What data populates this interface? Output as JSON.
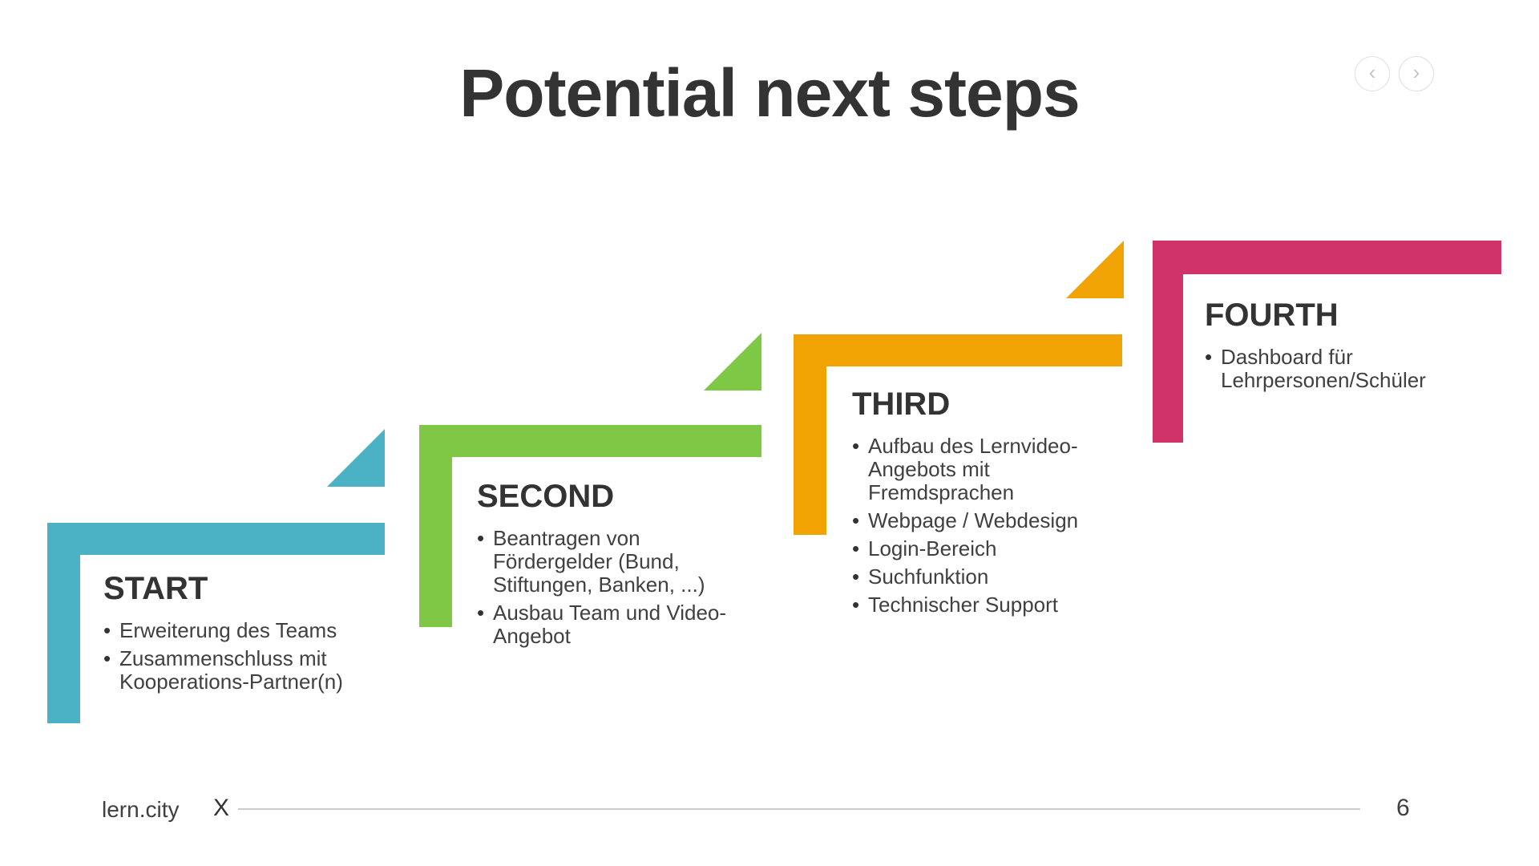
{
  "slide": {
    "title": "Potential next steps",
    "page_number": "6"
  },
  "nav": {
    "prev_label": "‹",
    "next_label": "›"
  },
  "footer": {
    "brand": "lern.city",
    "x_label": "X"
  },
  "colors": {
    "teal": "#4bb2c6",
    "green": "#7ec845",
    "orange": "#f2a304",
    "pink": "#cf336a",
    "heading_text": "#333333",
    "body_text": "#404040",
    "divider": "#cccccc"
  },
  "steps": [
    {
      "label": "START",
      "color": "#4bb2c6",
      "bullets": [
        "Erweiterung des Teams",
        "Zusammenschluss mit Kooperations-Partner(n)"
      ]
    },
    {
      "label": "SECOND",
      "color": "#7ec845",
      "bullets": [
        "Beantragen von Fördergelder (Bund, Stiftungen, Banken, ...)",
        "Ausbau Team und Video-Angebot"
      ]
    },
    {
      "label": "THIRD",
      "color": "#f2a304",
      "bullets": [
        "Aufbau des Lernvideo-Angebots mit Fremdsprachen",
        "Webpage / Webdesign",
        "Login-Bereich",
        "Suchfunktion",
        "Technischer Support"
      ]
    },
    {
      "label": "FOURTH",
      "color": "#cf336a",
      "bullets": [
        "Dashboard für Lehrpersonen/Schüler"
      ]
    }
  ]
}
